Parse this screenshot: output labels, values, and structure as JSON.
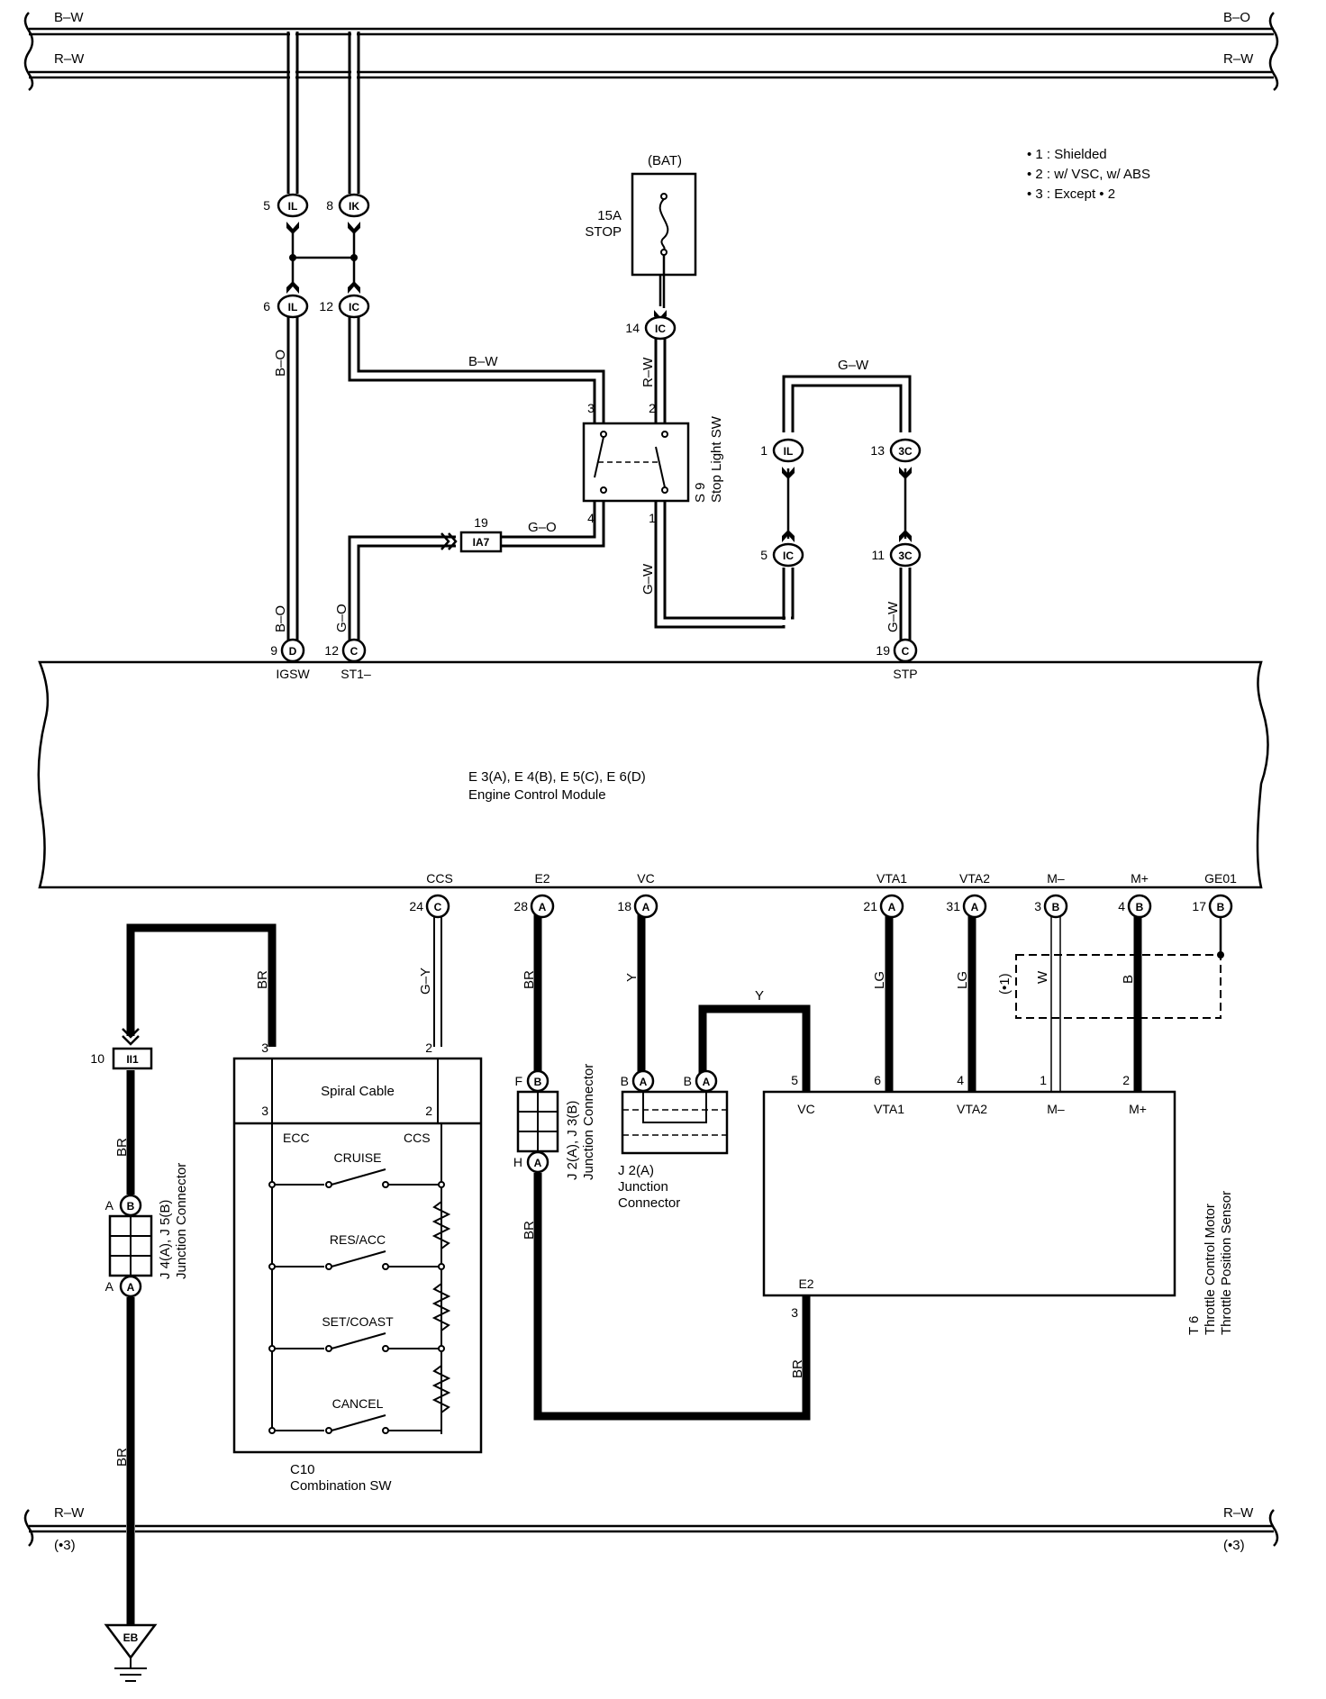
{
  "legend": {
    "items": [
      "• 1 : Shielded",
      "• 2 : w/ VSC,  w/ ABS",
      "• 3 : Except • 2"
    ]
  },
  "top_bus": {
    "line1_left": "B–W",
    "line1_right": "B–O",
    "line2_left": "R–W",
    "line2_right": "R–W"
  },
  "bottom_bus": {
    "left_label": "R–W",
    "left_note": "(•3)",
    "right_label": "R–W",
    "right_note": "(•3)"
  },
  "fuse": {
    "source": "(BAT)",
    "rating": "15A",
    "name": "STOP"
  },
  "stop_light_sw": {
    "code": "S 9",
    "name": "Stop Light SW",
    "pins": {
      "p1": "1",
      "p2": "2",
      "p3": "3",
      "p4": "4"
    }
  },
  "connectors": {
    "il_5": {
      "pin": "5",
      "code": "IL"
    },
    "ik_8": {
      "pin": "8",
      "code": "IK"
    },
    "il_6": {
      "pin": "6",
      "code": "IL"
    },
    "ic_12": {
      "pin": "12",
      "code": "IC"
    },
    "ic_14": {
      "pin": "14",
      "code": "IC"
    },
    "il_1": {
      "pin": "1",
      "code": "IL"
    },
    "c3_13": {
      "pin": "13",
      "code": "3C"
    },
    "ic_5": {
      "pin": "5",
      "code": "IC"
    },
    "c3_11": {
      "pin": "11",
      "code": "3C"
    },
    "ia7": {
      "pin": "19",
      "code": "IA7"
    },
    "ii1": {
      "pin": "10",
      "code": "II1"
    }
  },
  "wires": {
    "bo_left": "B–O",
    "bw_mid": "B–W",
    "rw_fuse": "R–W",
    "gw_top": "G–W",
    "go_ia7": "G–O",
    "gw_sw": "G–W",
    "bo_ecm": "B–O",
    "go_ecm": "G–O",
    "gw_stp": "G–W",
    "br_top": "BR",
    "gy_ccs": "G–Y",
    "br_e2": "BR",
    "y_vc": "Y",
    "y_j2": "Y",
    "lg_vta1": "LG",
    "lg_vta2": "LG",
    "w_m": "W",
    "b_m": "B",
    "shield_note": "(•1)",
    "br_left_mid": "BR",
    "br_left_low": "BR",
    "br_e2_low": "BR",
    "br_t6_e2": "BR"
  },
  "ecm": {
    "connectors": "E 3(A), E 4(B), E 5(C), E 6(D)",
    "name": "Engine Control Module",
    "top_pins": [
      {
        "pin": "9",
        "code": "D",
        "signal": "IGSW"
      },
      {
        "pin": "12",
        "code": "C",
        "signal": "ST1–"
      },
      {
        "pin": "19",
        "code": "C",
        "signal": "STP"
      }
    ],
    "bottom_pins": [
      {
        "pin": "24",
        "code": "C",
        "signal": "CCS"
      },
      {
        "pin": "28",
        "code": "A",
        "signal": "E2"
      },
      {
        "pin": "18",
        "code": "A",
        "signal": "VC"
      },
      {
        "pin": "21",
        "code": "A",
        "signal": "VTA1"
      },
      {
        "pin": "31",
        "code": "A",
        "signal": "VTA2"
      },
      {
        "pin": "3",
        "code": "B",
        "signal": "M–"
      },
      {
        "pin": "4",
        "code": "B",
        "signal": "M+"
      },
      {
        "pin": "17",
        "code": "B",
        "signal": "GE01"
      }
    ]
  },
  "combination_sw": {
    "code": "C10",
    "name": "Combination SW",
    "spiral": "Spiral Cable",
    "pin_3": "3",
    "pin_2": "2",
    "pin_3_top": "3",
    "pin_2_top": "2",
    "ecc": "ECC",
    "ccs": "CCS",
    "switches": [
      "CRUISE",
      "RES/ACC",
      "SET/COAST",
      "CANCEL"
    ]
  },
  "j3": {
    "label": "J 2(A), J 3(B)",
    "sub": "Junction Connector",
    "top_pin": "F",
    "top_code": "B",
    "bot_pin": "H",
    "bot_code": "A"
  },
  "j2": {
    "label": "J 2(A)",
    "sub1": "Junction",
    "sub2": "Connector",
    "pin_l": "B",
    "code_l": "A",
    "pin_r": "B",
    "code_r": "A"
  },
  "j45": {
    "label": "J 4(A), J 5(B)",
    "sub": "Junction Connector",
    "top_pin": "A",
    "top_code": "B",
    "bot_pin": "A",
    "bot_code": "A"
  },
  "throttle": {
    "code": "T 6",
    "name1": "Throttle Control Motor",
    "name2": "Throttle Position Sensor",
    "pins": [
      {
        "pin": "5",
        "signal": "VC"
      },
      {
        "pin": "6",
        "signal": "VTA1"
      },
      {
        "pin": "4",
        "signal": "VTA2"
      },
      {
        "pin": "1",
        "signal": "M–"
      },
      {
        "pin": "2",
        "signal": "M+"
      }
    ],
    "e2_signal": "E2",
    "e2_pin": "3"
  },
  "ground": {
    "code": "EB"
  }
}
